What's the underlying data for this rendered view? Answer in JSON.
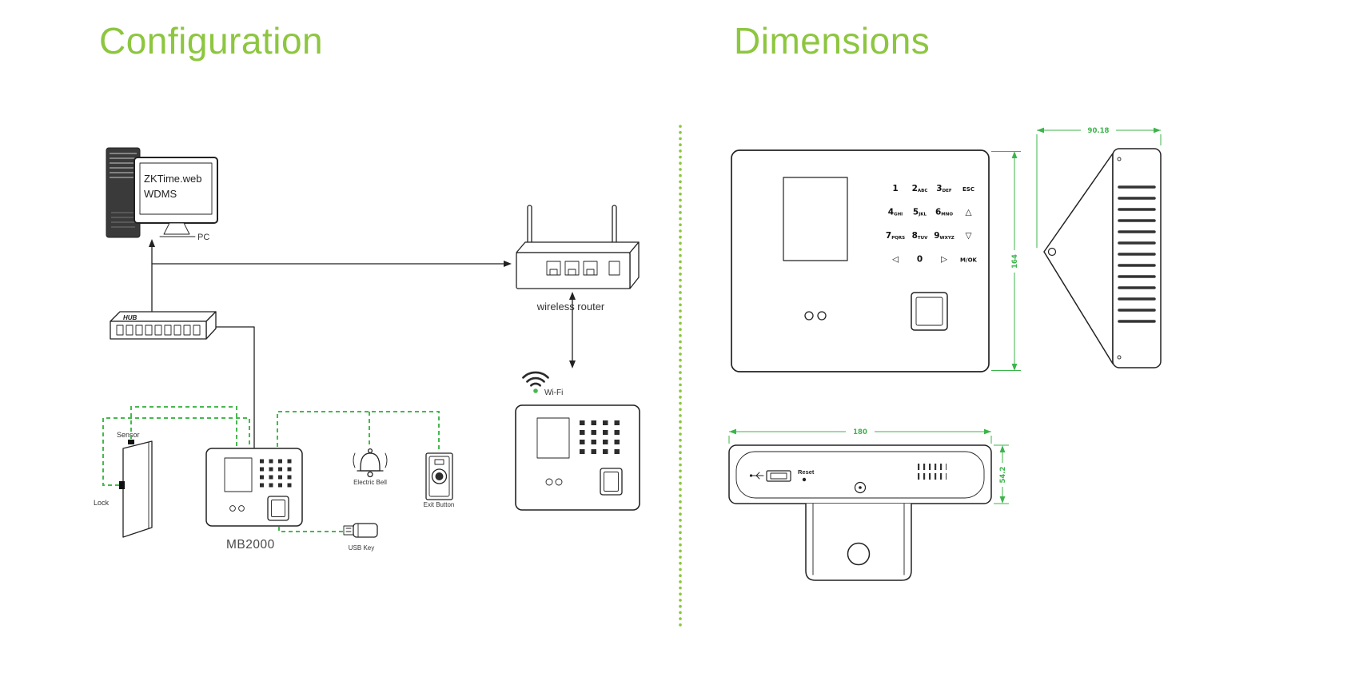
{
  "colors": {
    "accent": "#8dc63f",
    "dimension_green": "#3bb54a",
    "wire_green": "#45b94d",
    "ink": "#222222"
  },
  "configuration": {
    "title": "Configuration",
    "labels": {
      "pc_screen_line1": "ZKTime.web",
      "pc_screen_line2": "WDMS",
      "pc": "PC",
      "hub": "HUB",
      "router": "wireless router",
      "wifi": "Wi-Fi",
      "sensor": "Sensor",
      "lock": "Lock",
      "device": "MB2000",
      "bell": "Electric Bell",
      "exit_button": "Exit Button",
      "usb_key": "USB Key"
    }
  },
  "dimensions": {
    "title": "Dimensions",
    "values": {
      "height": "164",
      "depth": "90.18",
      "width": "180",
      "thickness": "54.2"
    },
    "labels": {
      "reset": "Reset"
    }
  },
  "keypad": {
    "rows": [
      [
        {
          "m": "1",
          "s": ""
        },
        {
          "m": "2",
          "s": "ABC"
        },
        {
          "m": "3",
          "s": "DEF"
        },
        {
          "m": "ESC",
          "s": ""
        }
      ],
      [
        {
          "m": "4",
          "s": "GHI"
        },
        {
          "m": "5",
          "s": "JKL"
        },
        {
          "m": "6",
          "s": "MNO"
        },
        {
          "m": "△",
          "s": ""
        }
      ],
      [
        {
          "m": "7",
          "s": "PQRS"
        },
        {
          "m": "8",
          "s": "TUV"
        },
        {
          "m": "9",
          "s": "WXYZ"
        },
        {
          "m": "▽",
          "s": ""
        }
      ],
      [
        {
          "m": "◁",
          "s": ""
        },
        {
          "m": "0",
          "s": ""
        },
        {
          "m": "▷",
          "s": ""
        },
        {
          "m": "M/OK",
          "s": ""
        }
      ]
    ]
  }
}
